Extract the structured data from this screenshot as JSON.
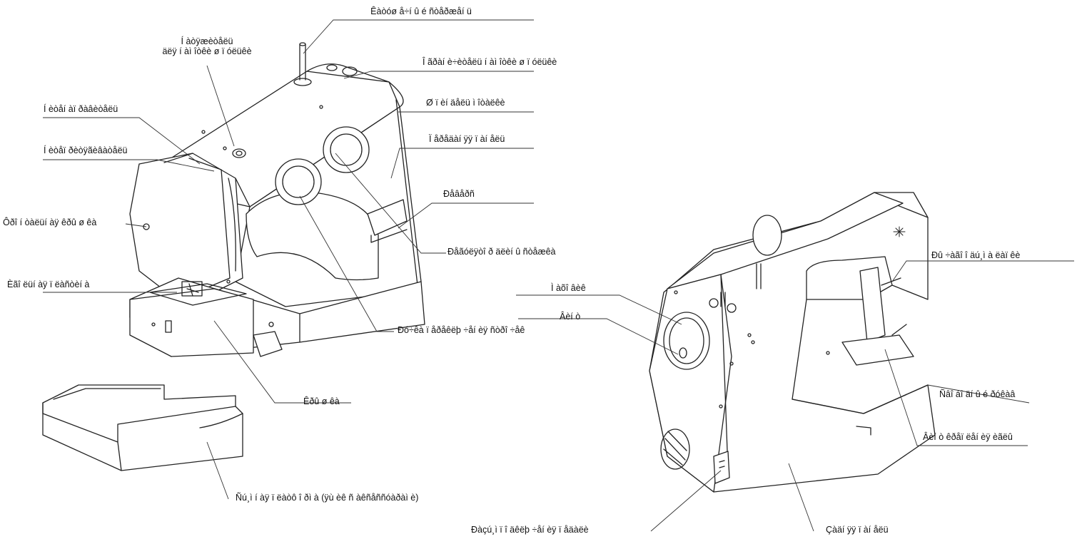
{
  "labels": {
    "thread_spool_pin": "Êàòóø å÷í û é ñòåðæåí ü",
    "thread_tension_guide": "Í àòÿæèòåëü\näëÿ í àì îòêè ø ï óëüêè",
    "bobbin_winder_stopper": "Î ãðàí è÷èòåëü í àì îòêè ø ï óëüêè",
    "bobbin_winder_spindle": "Ø ï èí äåëü ì îòàëêè",
    "upper_thread_guide": "Í èòåí àï ðàâèòåëü",
    "thread_take_up": "Í èòåï ðèòÿãèâàòåëü",
    "stitch_length_dial": "Ï åðåäàí ÿÿ ï àí åëü",
    "face_plate": "Ôðî í òàëüí àÿ êðû ø êà",
    "reverse_lever": "Ðåâåðñ",
    "stitch_selector": "Ðåãóëÿòî ð äëèí û  ñòåæêà",
    "needle_plate": "Èãî ëüí àÿ ï ëàñòèí à",
    "pattern_dial": "Ðó÷êà ï åðåêëþ ÷åí èÿ ñòðî ÷åê",
    "cover": "Êðû ø êà",
    "accessory_case": "Ñú¸ì í àÿ ï ëàòô î ðì à (ÿù èê ñ àêñåññóàðàì è)",
    "handwheel": "Ì àõî âèê",
    "screw": "Âèí ò",
    "presser_foot_lever": "Ðû ÷àãî î äú¸ì à ëàï êè",
    "carry_handle": "Ñâî áî äí û é ðóêàâ",
    "thread_cutter": "Âèí ò êðåï ëåí èÿ èãëû",
    "power_switch": "Ðàçú¸ì  ï î äêëþ ÷åí èÿ ï åäàëè",
    "rear_panel": "Çàäí ÿÿ ï àí åëü"
  }
}
